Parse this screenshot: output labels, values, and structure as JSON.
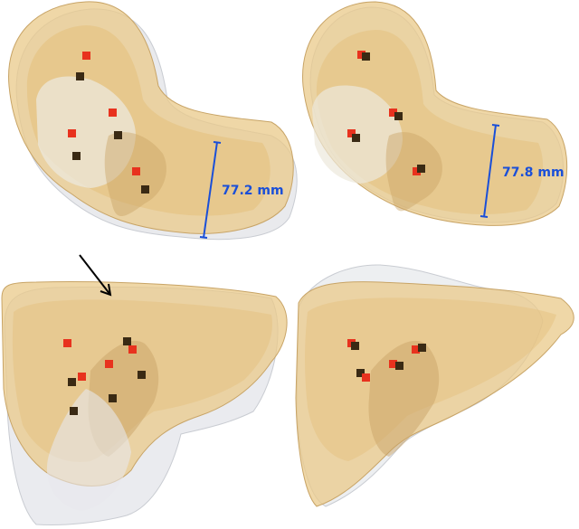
{
  "panels": [
    {
      "id": "top-left",
      "measurement": "77.2 mm"
    },
    {
      "id": "top-right",
      "measurement": "77.8 mm"
    },
    {
      "id": "bottom-left"
    },
    {
      "id": "bottom-right"
    }
  ],
  "colors": {
    "shape_fill": "#e9c98a",
    "shape_edge": "#c8a466",
    "ghost_fill": "#dfe1e6",
    "marker_red": "#e8321e",
    "marker_dark": "#3a2a14",
    "measure_blue": "#1a4fd8",
    "arrow": "#000000"
  }
}
